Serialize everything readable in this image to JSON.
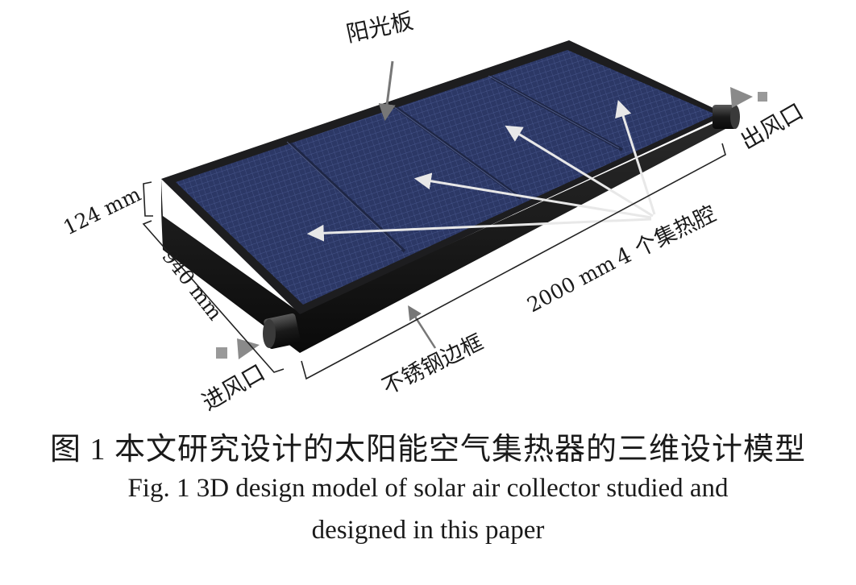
{
  "labels": {
    "top_panel": "阳光板",
    "outlet": "出风口",
    "inlet": "进风口",
    "chambers": "4 个集热腔",
    "frame": "不锈钢边框",
    "height_dim": "124 mm",
    "width_dim": "940 mm",
    "length_dim": "2000 mm"
  },
  "caption": {
    "zh": "图 1  本文研究设计的太阳能空气集热器的三维设计模型",
    "en_line1": "Fig. 1  3D design model of solar air collector studied and",
    "en_line2": "designed in this paper"
  },
  "colors": {
    "panel": "#2a3560",
    "frame": "#151515",
    "arrow_gray": "#8a8a8a"
  }
}
